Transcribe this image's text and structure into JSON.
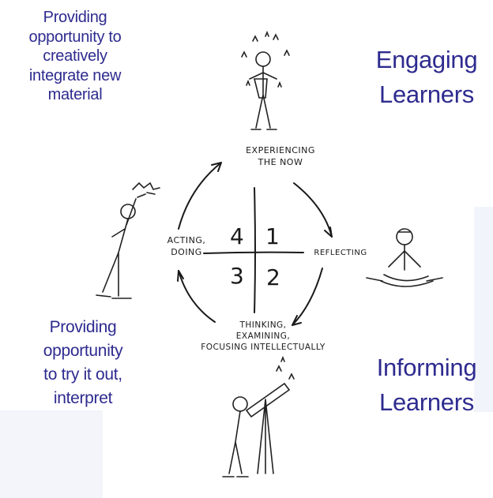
{
  "notes": {
    "top_left": [
      "Providing",
      "opportunity to",
      "creatively",
      "integrate new",
      "material"
    ],
    "bottom_left": [
      "Providing",
      "opportunity",
      "to try it out,",
      "interpret"
    ],
    "top_right": [
      "Engaging",
      "Learners"
    ],
    "bottom_right": [
      "Informing",
      "Learners"
    ]
  },
  "cycle": {
    "experiencing": [
      "EXPERIENCING",
      "THE NOW"
    ],
    "reflecting": "REFLECTING",
    "thinking": [
      "THINKING,",
      "EXAMINING,",
      "FOCUSING INTELLECTUALLY"
    ],
    "acting": [
      "ACTING,",
      "DOING"
    ],
    "quadrants": {
      "q1": "1",
      "q2": "2",
      "q3": "3",
      "q4": "4"
    }
  },
  "colors": {
    "note_text": "#2e2b8f",
    "sketch": "#1a1a1a"
  }
}
